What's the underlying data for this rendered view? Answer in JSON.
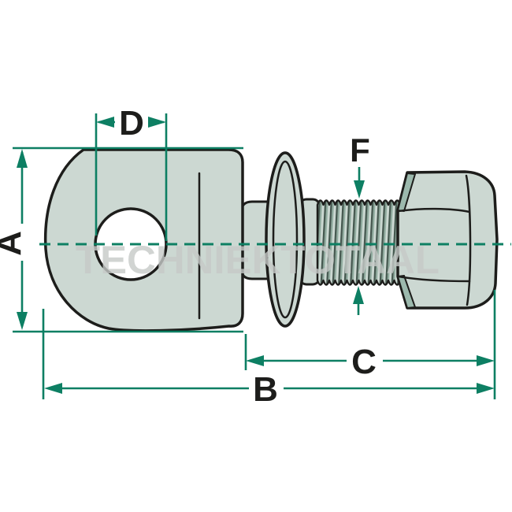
{
  "diagram": {
    "type": "technical-dimension-drawing",
    "subject": "eye bolt with washer and hex nut, side view",
    "watermark": "TECHNIEKTOTAAL",
    "labels": {
      "a": "A",
      "b": "B",
      "c": "C",
      "d": "D",
      "f": "F"
    },
    "colors": {
      "dim": "#0d7f63",
      "outline": "#1d1d1b",
      "body-fill": "#ccd8d2",
      "body-shade": "#9cb9ad",
      "wm": "#c6cac8",
      "bg": "#ffffff",
      "hole": "#ffffff"
    }
  }
}
